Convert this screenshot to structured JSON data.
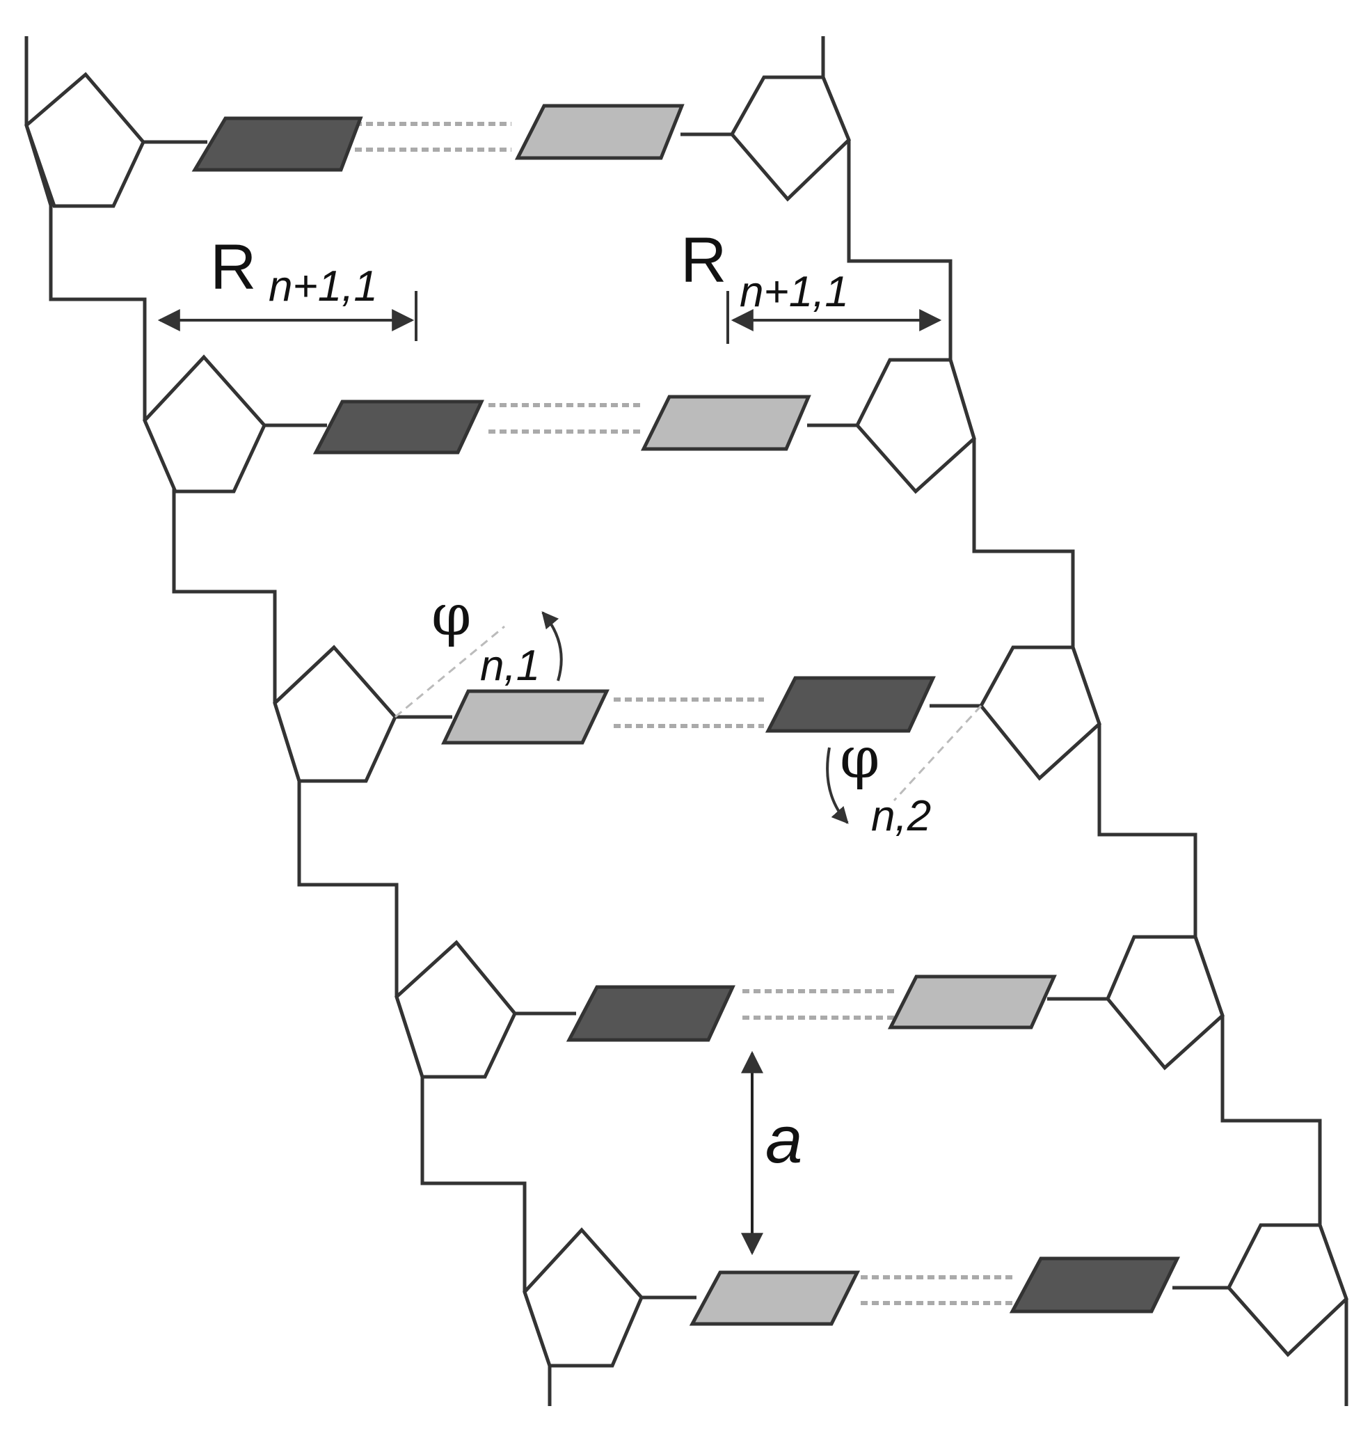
{
  "labels": {
    "r_left": {
      "main": "R",
      "sub": "n+1,1"
    },
    "r_right": {
      "main": "R",
      "sub": "n+1,1"
    },
    "phi1": {
      "main": "φ",
      "sub": "n,1"
    },
    "phi2": {
      "main": "φ",
      "sub": "n,2"
    },
    "a": "a"
  },
  "colors": {
    "line": "#333333",
    "dark_base": "#555555",
    "light_base": "#bbbbbb",
    "hbond": "#aaaaaa",
    "dashed_angle": "#bbbbbb"
  },
  "base_pairs": [
    {
      "left_base": "dark",
      "right_base": "light"
    },
    {
      "left_base": "dark",
      "right_base": "light"
    },
    {
      "left_base": "light",
      "right_base": "dark"
    },
    {
      "left_base": "dark",
      "right_base": "light"
    },
    {
      "left_base": "light",
      "right_base": "dark"
    }
  ]
}
